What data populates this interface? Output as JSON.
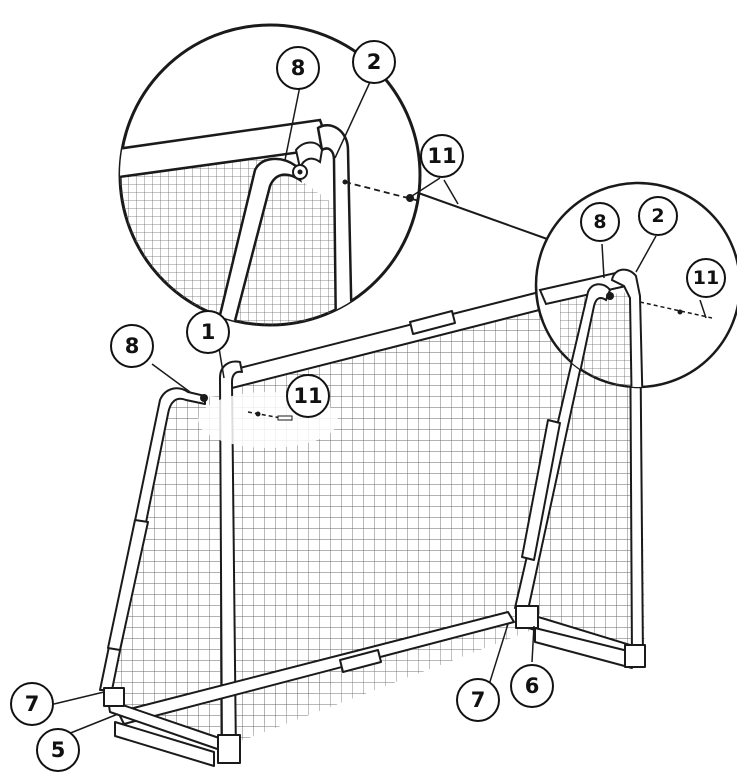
{
  "callouts": {
    "zoom_main": {
      "part8": "8",
      "part2": "2",
      "part11": "11"
    },
    "zoom_small": {
      "part8": "8",
      "part2": "2",
      "part11": "11"
    },
    "left_top": {
      "part8": "8",
      "part1": "1",
      "part11": "11"
    },
    "bottom_right": {
      "part7": "7",
      "part6": "6"
    },
    "bottom_left": {
      "part7": "7",
      "part5": "5"
    }
  },
  "colors": {
    "line": "#1a1a1a",
    "net": "#555555",
    "fill": "#ffffff"
  },
  "icons": {
    "bolt": "screw-bolt",
    "washer": "washer-dot"
  }
}
